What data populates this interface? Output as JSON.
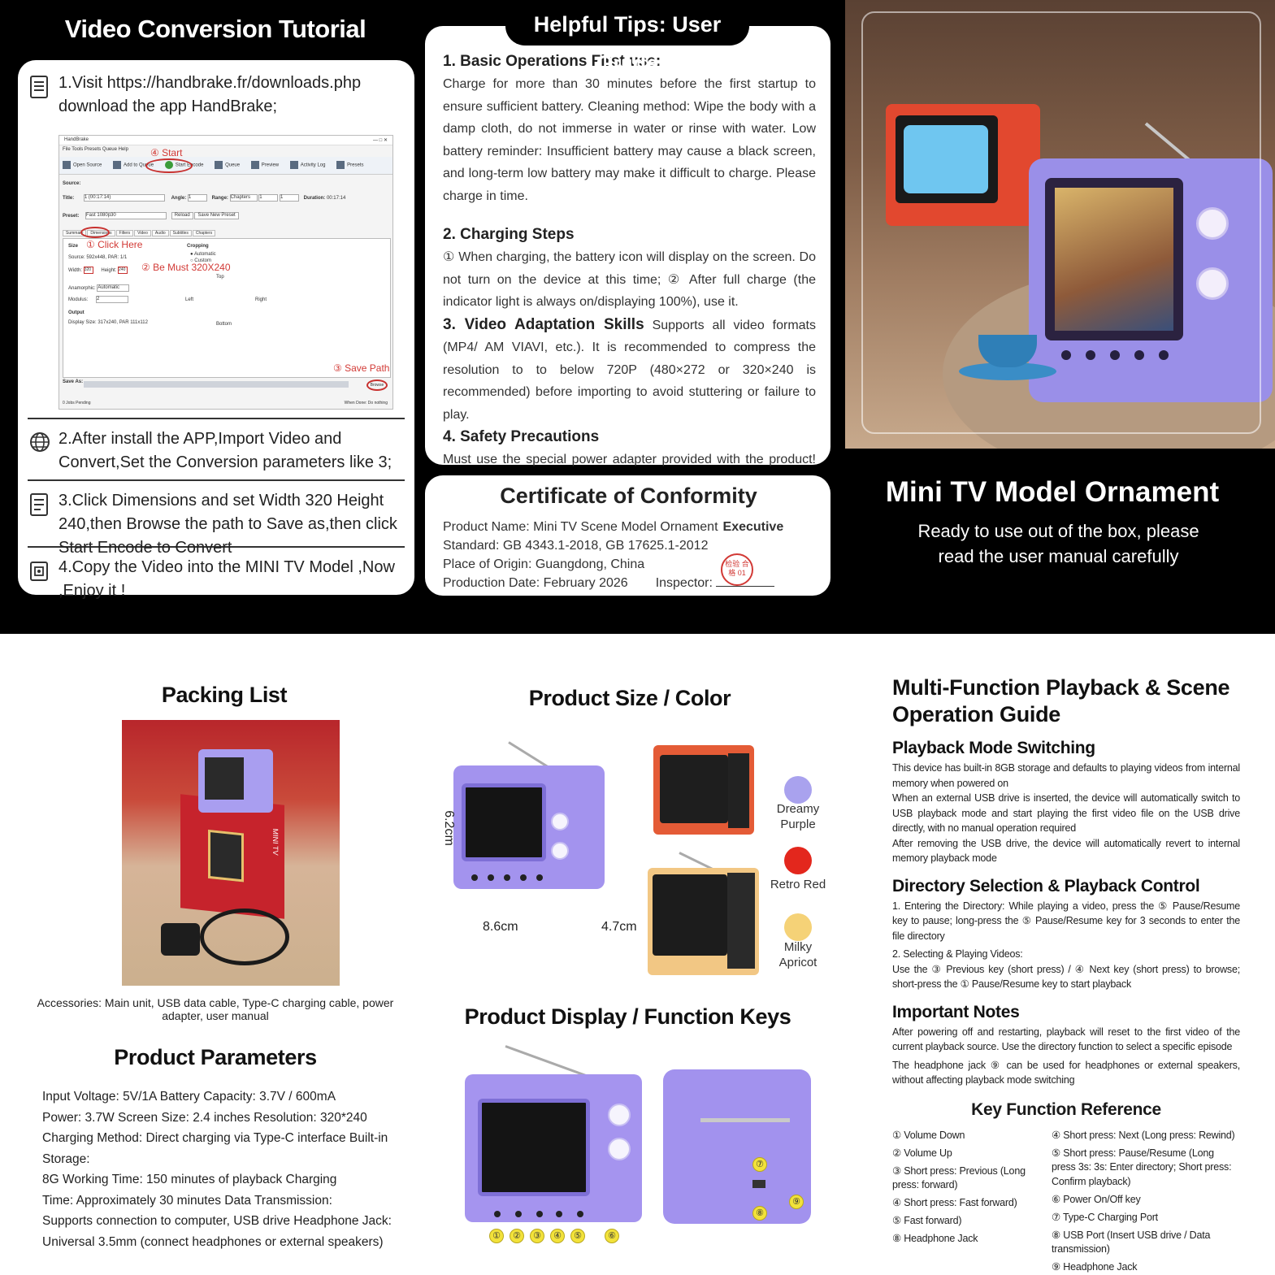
{
  "video_conversion": {
    "title": "Video Conversion Tutorial",
    "step1": "1.Visit https://handbrake.fr/downloads.php download the app HandBrake;",
    "step2": "2.After install the APP,Import Video and Convert,Set the Conversion parameters like 3;",
    "step3": "3.Click Dimensions and set Width 320 Height 240,then Browse the path to Save as,then click Start Encode to Convert",
    "step4": "4.Copy the Video into the MINI TV Model ,Now ,Enjoy it !",
    "handbrake": {
      "app_name": "HandBrake",
      "menu": "File   Tools   Presets   Queue   Help",
      "toolbar": [
        "Open Source",
        "Add to Queue",
        "Start Encode",
        "Queue",
        "Preview",
        "Activity Log",
        "Presets"
      ],
      "annot_start": "④ Start",
      "annot_click": "① Click Here",
      "annot_must": "② Be Must  320X240",
      "annot_save": "③ Save Path",
      "source_label": "Source:",
      "title_label": "Title:",
      "title_value": "1 (00:17:14)",
      "angle_label": "Angle:",
      "range_label": "Range:",
      "range_value": "Chapters",
      "duration_label": "Duration:",
      "duration_value": "00:17:14",
      "preset_label": "Preset:",
      "preset_value": "Fast 1080p30",
      "reload": "Reload",
      "save_new_preset": "Save New Preset",
      "tabs": [
        "Summary",
        "Dimensions",
        "Filters",
        "Video",
        "Audio",
        "Subtitles",
        "Chapters"
      ],
      "size_label": "Size",
      "source_size": "Source:  592x448, PAR: 1/1",
      "width_label": "Width:",
      "width_value": "320",
      "height_label": "Height:",
      "height_value": "240",
      "cropping": "Cropping",
      "automatic": "Automatic",
      "custom": "Custom",
      "top": "Top",
      "left": "Left",
      "right": "Right",
      "bottom": "Bottom",
      "anamorphic_label": "Anamorphic:",
      "anamorphic_value": "Automatic",
      "modulus_label": "Modulus:",
      "modulus_value": "2",
      "output_label": "Output",
      "display_size": "Display Size: 317x240,  PAR 111x112",
      "save_as": "Save As:",
      "browse": "Browse",
      "jobs": "0 Jobs Pending",
      "when_done": "When Done:  Do nothing"
    }
  },
  "tips": {
    "title": "Helpful Tips: User Guide",
    "s1_title": "1. Basic Operations First use:",
    "s1_text": "Charge for more than 30 minutes before the first startup to ensure sufficient battery. Cleaning method: Wipe the body with a damp cloth, do not immerse in water or rinse with water. Low battery reminder: Insufficient battery may cause a black screen, and long-term low battery may make it difficult to charge. Please charge in time.",
    "s2_title": "2. Charging Steps",
    "s2_text": "① When charging, the battery icon will display on the screen. Do not turn on the device at this time; ② After full charge (the indicator light is always on/displaying 100%), use it.",
    "s3_title": "3. Video Adaptation Skills",
    "s3_text": " Supports all video formats (MP4/ AM VIAVI, etc.). It is recommended to compress the resolution to to below 720P (480×272 or 320×240 is recommended) before importing to avoid stuttering or failure to play.",
    "s4_title": "4. Safety Precautions",
    "s4_text": "Must use the special power adapter provided with the product! Do not use high-power chargers to prevent the screen from burning."
  },
  "certificate": {
    "title": "Certificate of Conformity",
    "product_name": "Product Name: Mini TV Scene Model Ornament",
    "executive": "Executive",
    "standard": "Standard: GB 4343.1-2018, GB 17625.1-2012",
    "origin": "Place of Origin: Guangdong, China",
    "date": "Production Date: February 2026",
    "inspector": "Inspector:",
    "stamp_text": "检验 合格 01"
  },
  "hero": {
    "title": "Mini TV Model Ornament",
    "subtitle_line1": "Ready to use out of the box, please",
    "subtitle_line2": "read the user manual carefully"
  },
  "packing": {
    "title": "Packing List",
    "box_text": "MINI TV",
    "accessories": "Accessories: Main unit, USB data cable, Type-C charging cable, power adapter, user manual"
  },
  "parameters": {
    "title": "Product Parameters",
    "lines": [
      "Input Voltage: 5V/1A Battery Capacity: 3.7V / 600mA",
      "Power: 3.7W       Screen Size: 2.4 inches Resolution: 320*240",
      "Charging Method: Direct charging via Type-C interface Built-in Storage:",
      "8G Working Time: 150 minutes of playback Charging",
      "Time: Approximately 30 minutes Data Transmission:",
      "Supports connection to computer, USB drive Headphone Jack:",
      "Universal 3.5mm (connect headphones or external speakers)"
    ]
  },
  "size_color": {
    "title": "Product Size / Color",
    "height": "6.2cm",
    "width": "8.6cm",
    "depth": "4.7cm",
    "colors": [
      {
        "name": "Dreamy Purple",
        "hex": "#a9a2ee"
      },
      {
        "name": "Retro Red",
        "hex": "#e3271d"
      },
      {
        "name": "Milky Apricot",
        "hex": "#f5d277"
      }
    ]
  },
  "function_keys": {
    "title": "Product Display / Function Keys",
    "front_numbers": [
      "①",
      "②",
      "③",
      "④",
      "⑤",
      "⑥"
    ],
    "side_numbers": [
      "⑦",
      "⑧",
      "⑨"
    ]
  },
  "guide": {
    "title": "Multi-Function Playback & Scene Operation Guide",
    "playback_title": "Playback Mode Switching",
    "playback_p1": "This device has built-in 8GB storage and defaults to playing videos from internal memory when powered on",
    "playback_p2": "When an external USB drive is inserted, the device will automatically switch to USB playback mode and start playing the first video file on the USB drive directly, with no manual operation required",
    "playback_p3": "After removing the USB drive, the device will automatically revert to internal memory playback mode",
    "directory_title": "Directory Selection & Playback Control",
    "directory_p1": "1. Entering the Directory: While playing a video, press the ⑤ Pause/Resume key to pause; long-press the ⑤ Pause/Resume key for 3 seconds to enter the file directory",
    "directory_p2": "2. Selecting & Playing Videos:",
    "directory_p3": "Use the ③ Previous key (short press) / ④ Next key (short press) to browse; short-press the ① Pause/Resume key to start playback",
    "notes_title": "Important Notes",
    "notes_p1": "After powering off and restarting, playback will reset to the first video of the current playback source. Use the directory function to select a specific episode",
    "notes_p2": "The headphone jack ⑨ can be used for headphones or external speakers, without affecting playback mode switching",
    "key_ref_title": "Key Function Reference",
    "keys_left": [
      "① Volume Down",
      "② Volume Up",
      "③ Short press: Previous (Long press: forward)",
      "④ Short press: Fast forward)",
      "⑤ Fast forward)",
      "⑧ Headphone Jack"
    ],
    "keys_right": [
      "④ Short press: Next (Long press: Rewind)",
      "⑤ Short press: Pause/Resume (Long press 3s: 3s: Enter directory; Short press: Confirm playback)",
      "⑥ Power On/Off key",
      "⑦ Type-C Charging Port",
      "⑧ USB Port (Insert USB drive / Data transmission)",
      "⑨ Headphone Jack"
    ]
  }
}
